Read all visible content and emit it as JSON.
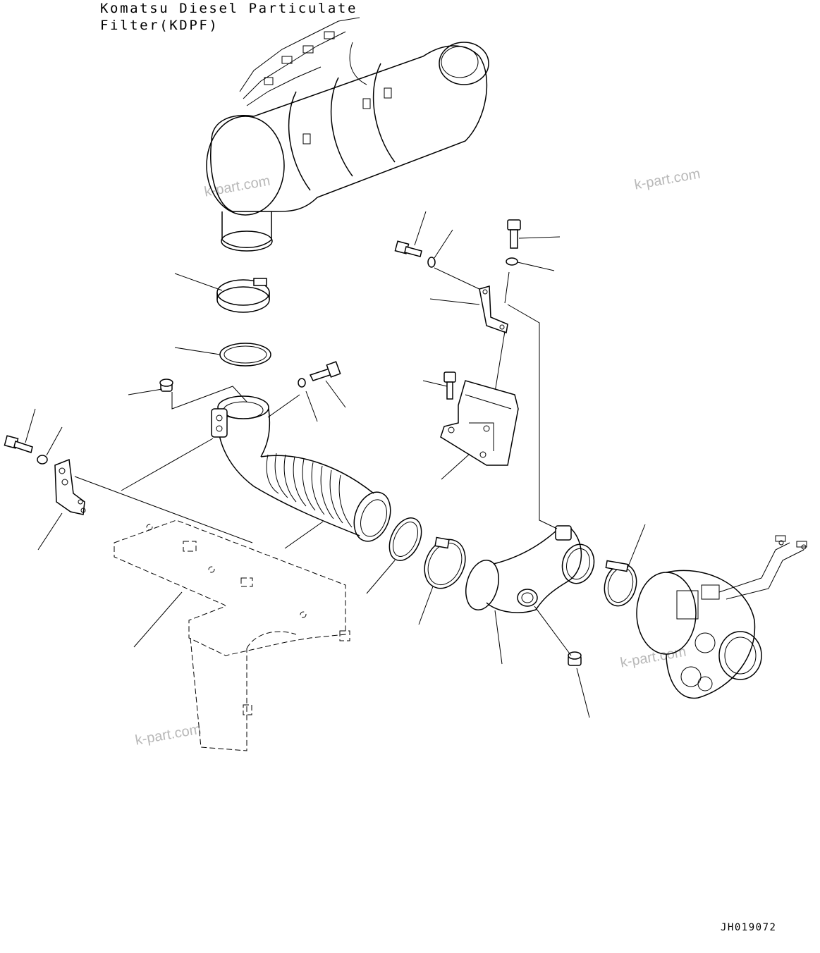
{
  "title_line1": "Komatsu Diesel Particulate",
  "title_line2": "Filter(KDPF)",
  "drawing_code": "JH019072",
  "watermarks": [
    "k-part.com",
    "k-part.com",
    "k-part.com",
    "k-part.com"
  ]
}
